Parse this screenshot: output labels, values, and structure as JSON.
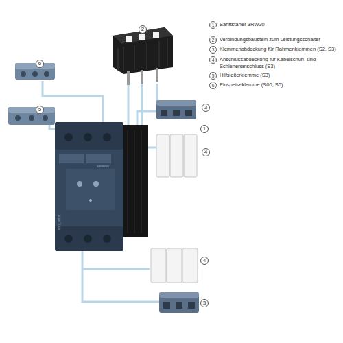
{
  "diagram": {
    "nodes": [
      {
        "text": [
          "1",
          "Sanftstarter 3RW30"
        ]
      },
      {
        "text": [
          "2",
          "Verbindungsbaustein zum Leistungsschalter"
        ]
      },
      {
        "text": [
          "3",
          "Klemmenabdeckung für Rahmenklemmen (S2, S3)"
        ]
      },
      {
        "text": [
          "4",
          "Anschlussabdeckung für Kabelschuh- und Schienenanschluss (S3)"
        ]
      },
      {
        "text": [
          "5",
          "Hilfsleiterklemme (S3)"
        ]
      },
      {
        "text": [
          "6",
          "Einspeiseklemme (S00, S0)"
        ]
      },
      {
        "text": [
          "2"
        ]
      },
      {
        "text": [
          "6"
        ]
      },
      {
        "text": [
          "3"
        ]
      },
      {
        "text": [
          "5"
        ]
      },
      {
        "text": [
          "1"
        ]
      },
      {
        "text": [
          "4"
        ]
      },
      {
        "text": [
          "4"
        ]
      },
      {
        "text": [
          "3"
        ]
      }
    ],
    "labels": [
      "SIEMENS",
      "IC01_00538"
    ]
  }
}
